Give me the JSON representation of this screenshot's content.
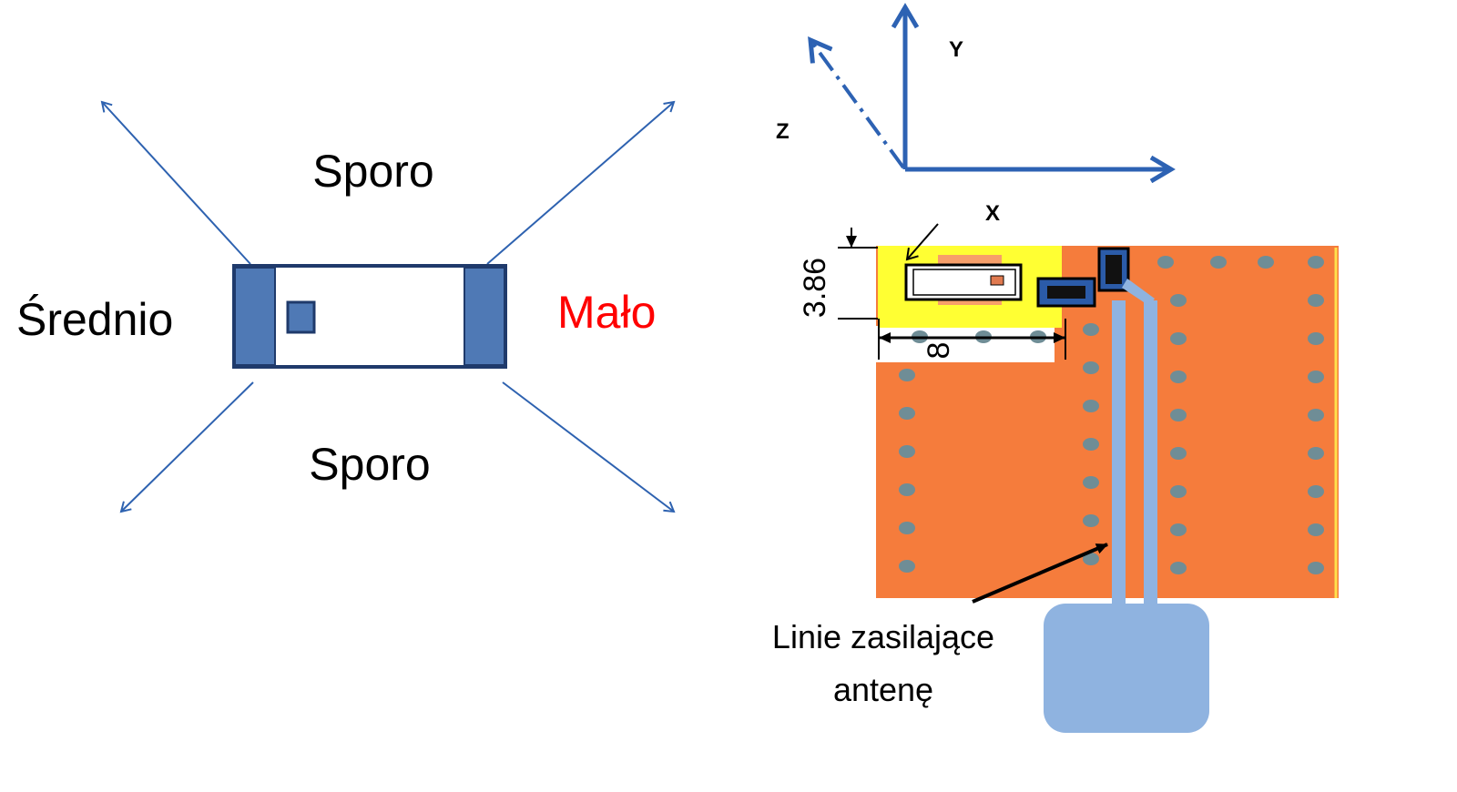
{
  "left_diagram": {
    "labels": {
      "top": "Sporo",
      "bottom": "Sporo",
      "left": "Średnio",
      "right": "Mało"
    },
    "colors": {
      "arrow": "#2e62b0",
      "component_border": "#1f3a6b",
      "terminal": "#4f79b5",
      "right_label": "#ff0000"
    }
  },
  "right_diagram": {
    "axes": {
      "x": "X",
      "y": "Y",
      "z": "Z"
    },
    "dimensions": {
      "height": "3.86",
      "width": "8"
    },
    "caption": {
      "line1": "Linie zasilające",
      "line2": "antenę"
    },
    "colors": {
      "board": "#f57c3c",
      "highlight": "#ffff33",
      "via": "#6f8d96",
      "feed_line": "#8fb3e0",
      "axis": "#2d62b3"
    }
  }
}
